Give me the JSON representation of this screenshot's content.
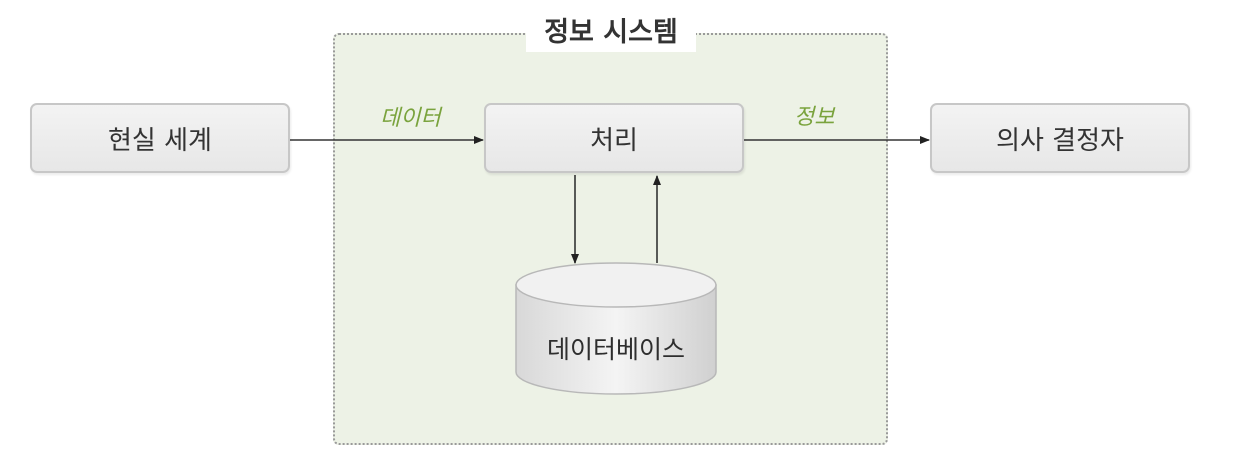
{
  "diagram": {
    "system_title": "정보 시스템",
    "nodes": {
      "real_world": "현실 세계",
      "processing": "처리",
      "decision_maker": "의사 결정자",
      "database": "데이터베이스"
    },
    "edges": {
      "data_label": "데이터",
      "info_label": "정보"
    },
    "colors": {
      "region_fill": "#edf2e6",
      "label_green": "#7aa33d",
      "box_fill": "#eeeeee"
    }
  }
}
